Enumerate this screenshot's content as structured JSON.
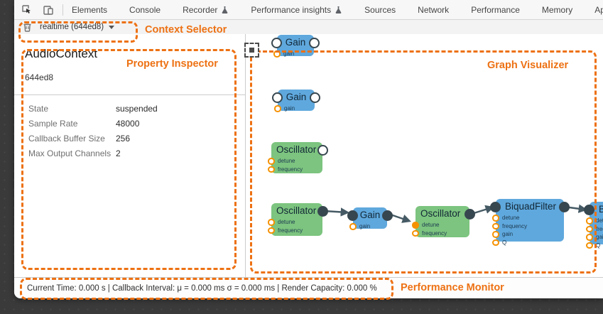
{
  "devtools": {
    "tabs": [
      {
        "label": "Elements"
      },
      {
        "label": "Console"
      },
      {
        "label": "Recorder"
      },
      {
        "label": "Performance insights"
      },
      {
        "label": "Sources"
      },
      {
        "label": "Network"
      },
      {
        "label": "Performance"
      },
      {
        "label": "Memory"
      },
      {
        "label": "Application"
      }
    ],
    "context_selector": {
      "value": "realtime (644ed8)"
    },
    "inspector": {
      "title": "AudioContext",
      "context_id": "644ed8",
      "rows": [
        {
          "label": "State",
          "value": "suspended"
        },
        {
          "label": "Sample Rate",
          "value": "48000"
        },
        {
          "label": "Callback Buffer Size",
          "value": "256"
        },
        {
          "label": "Max Output Channels",
          "value": "2"
        }
      ]
    },
    "status_bar": {
      "text": "Current Time: 0.000 s | Callback Interval: μ = 0.000 ms σ = 0.000 ms | Render Capacity: 0.000 %"
    }
  },
  "annotations": {
    "context_selector": "Context Selector",
    "property_inspector": "Property Inspector",
    "graph_visualizer": "Graph Visualizer",
    "performance_monitor": "Performance Monitor",
    "accent_color": "#ed7113"
  },
  "graph": {
    "node_colors": {
      "gain": "#5fa8dd",
      "oscillator": "#7cc47f",
      "biquadfilter": "#5fa8dd"
    },
    "port_colors": {
      "audio": "#37474f",
      "param": "#f59100"
    },
    "nodes": [
      {
        "title": "Gain",
        "params": [
          "gain"
        ]
      },
      {
        "title": "Gain",
        "params": [
          "gain"
        ]
      },
      {
        "title": "Oscillator",
        "params": [
          "detune",
          "frequency"
        ]
      },
      {
        "title": "Oscillator",
        "params": [
          "detune",
          "frequency"
        ]
      },
      {
        "title": "Gain",
        "params": [
          "gain"
        ]
      },
      {
        "title": "Oscillator",
        "params": [
          "detune",
          "frequency"
        ]
      },
      {
        "title": "BiquadFilter",
        "params": [
          "detune",
          "frequency",
          "gain",
          "Q"
        ]
      },
      {
        "title": "BiquadFilter",
        "params": [
          "detune",
          "frequency",
          "gain",
          "Q"
        ]
      }
    ]
  }
}
